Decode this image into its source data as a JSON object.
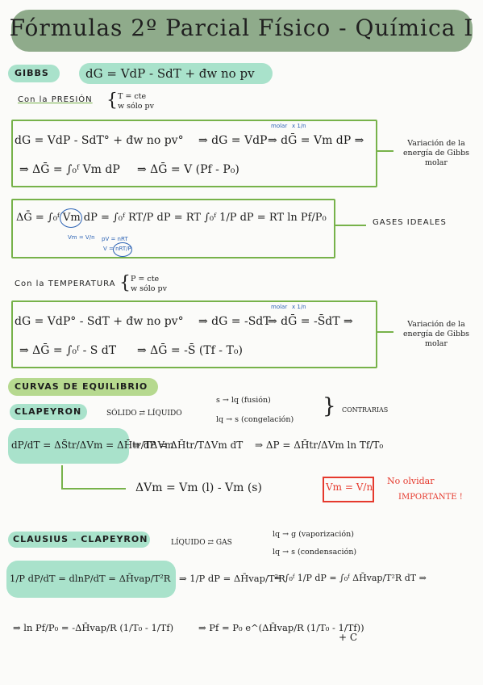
{
  "title": "Fórmulas 2º Parcial Físico - Química I",
  "gibbs": {
    "label": "GIBBS",
    "eq": "dG = VdP - SdT + đw no pv"
  },
  "pressure": {
    "label": "Con la PRESIÓN",
    "cond1": "T = cte",
    "cond2": "w sólo pv",
    "line1a": "dG = VdP - SdT° + đw no pv°",
    "line1b": "⇒ dG = VdP",
    "molar_note": "molar",
    "fraction_note": "x 1/n",
    "line1c": "⇒ dḠ = Vm dP ⇒",
    "line2a": "⇒ ΔḠ = ∫₀ᶠ Vm dP",
    "line2b": "⇒ ΔḠ = V (Pf - P₀)",
    "side_note": "Variación de la energía de Gibbs molar"
  },
  "ideal": {
    "line": "ΔḠ = ∫₀ᶠ Vm dP = ∫₀ᶠ RT/P dP = RT ∫₀ᶠ 1/P dP = RT ln Pf/P₀",
    "n1": "Vm = V/n",
    "n2": "pV = nRT",
    "n3": "V = nRT/P",
    "label": "GASES IDEALES"
  },
  "temperature": {
    "label": "Con la TEMPERATURA",
    "cond1": "P = cte",
    "cond2": "w sólo pv",
    "line1a": "dG = VdP° - SdT + đw no pv°",
    "line1b": "⇒ dG = -SdT",
    "molar_note": "molar",
    "fraction_note": "x 1/n",
    "line1c": "⇒ dḠ = -S̄dT ⇒",
    "line2a": "⇒ ΔḠ = ∫₀ᶠ - S dT",
    "line2b": "⇒ ΔḠ = -S̄ (Tf - T₀)",
    "side_note": "Variación de la energía de Gibbs molar"
  },
  "curves": {
    "label": "CURVAS DE EQUILIBRIO"
  },
  "clapeyron": {
    "label": "CLAPEYRON",
    "phases": "SÓLIDO ⇄ LÍQUIDO",
    "t1": "s → lq (fusión)",
    "t2": "lq → s (congelación)",
    "contrarias": "CONTRARIAS",
    "eq_lhs": "dP/dT = ΔS̄tr/ΔVm = ΔH̄tr/TΔVm",
    "eq_mid": "⇒ dP = ΔH̄tr/TΔVm dT",
    "eq_rhs": "⇒ ΔP = ΔH̄tr/ΔVm ln Tf/T₀",
    "dvm": "ΔVm = Vm (l) - Vm (s)",
    "boxed": "Vm = V/n",
    "warning1": "No olvidar",
    "warning2": "IMPORTANTE !"
  },
  "clausius": {
    "label": "CLAUSIUS - CLAPEYRON",
    "phases": "LÍQUIDO ⇄ GAS",
    "t1": "lq → g (vaporización)",
    "t2": "lq → s (condensación)",
    "eq_lhs": "1/P dP/dT = dlnP/dT = ΔH̄vap/T²R",
    "eq_mid": "⇒ 1/P dP = ΔH̄vap/T²R",
    "eq_rhs": "⇒ ∫₀ᶠ 1/P dP = ∫₀ᶠ ΔH̄vap/T²R dT ⇒",
    "last_a": "⇒ ln Pf/P₀ = -ΔH̄vap/R (1/T₀ - 1/Tf)",
    "last_b": "⇒ Pf = P₀ e^(ΔH̄vap/R (1/T₀ - 1/Tf))",
    "last_c": "+ C"
  }
}
